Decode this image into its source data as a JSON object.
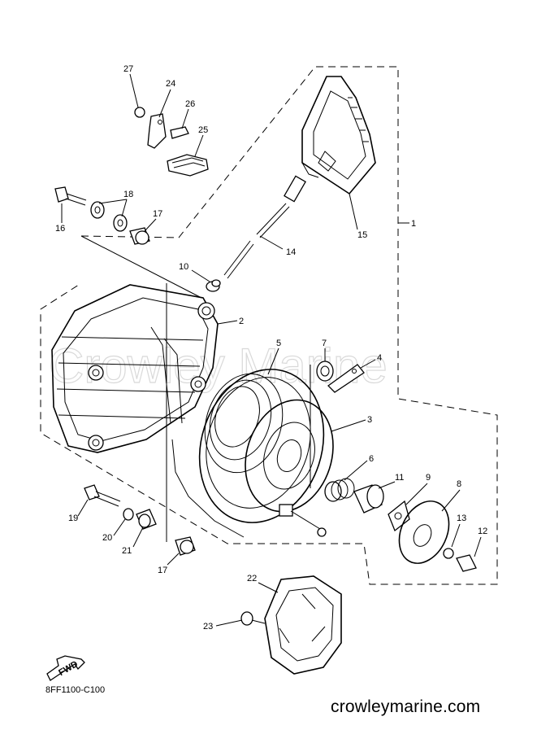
{
  "diagram": {
    "drawing_code": "8FF1100-C100",
    "site": "crowleymarine.com",
    "watermark": "Crowley Marine",
    "fwd_label": "FWD",
    "part_labels": {
      "p1": "1",
      "p2": "2",
      "p3": "3",
      "p4": "4",
      "p5": "5",
      "p6": "6",
      "p7": "7",
      "p8": "8",
      "p9": "9",
      "p10": "10",
      "p11": "11",
      "p12": "12",
      "p13": "13",
      "p14": "14",
      "p15": "15",
      "p16": "16",
      "p17a": "17",
      "p17b": "17",
      "p18": "18",
      "p19": "19",
      "p20": "20",
      "p21": "21",
      "p22": "22",
      "p23": "23",
      "p24": "24",
      "p25": "25",
      "p26": "26",
      "p27": "27"
    }
  }
}
